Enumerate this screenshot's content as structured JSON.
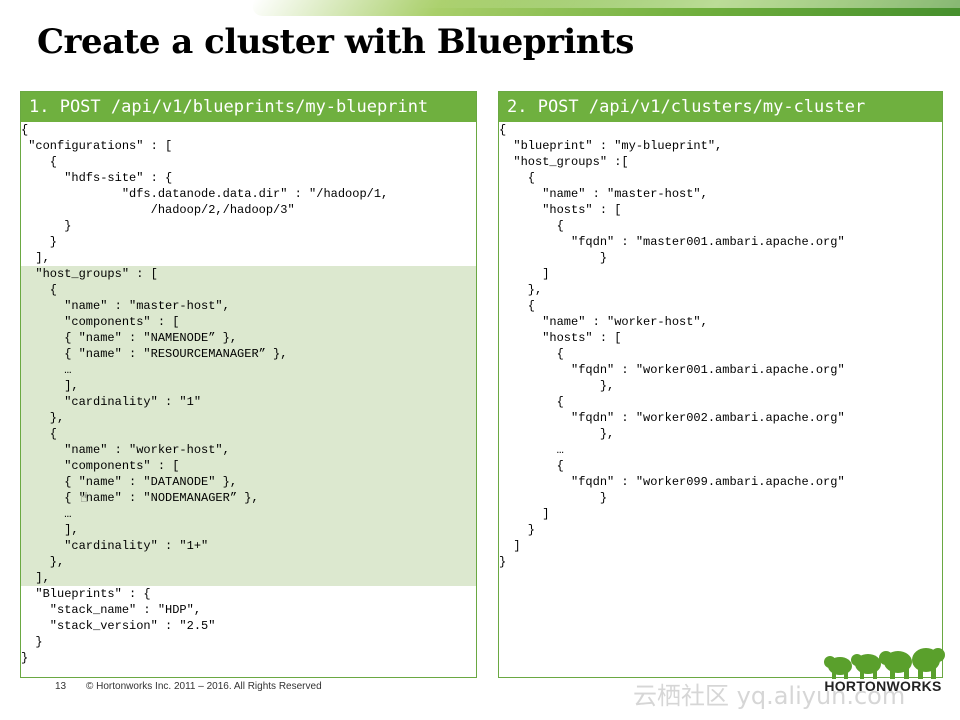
{
  "slide": {
    "title": "Create a cluster with Blueprints",
    "page_number": "13",
    "copyright": "© Hortonworks Inc. 2011 – 2016. All Rights Reserved",
    "logo_text": "HORTONWORKS",
    "watermark": "云栖社区 yq.aliyun.com"
  },
  "left_panel": {
    "header": "1. POST /api/v1/blueprints/my-blueprint",
    "lines": [
      "{",
      " \"configurations\" : [",
      "    {",
      "      \"hdfs-site\" : {",
      "              \"dfs.datanode.data.dir\" : \"/hadoop/1,",
      "                  /hadoop/2,/hadoop/3\"",
      "      }",
      "    }",
      "  ],",
      "  \"host_groups\" : [",
      "    {",
      "      \"name\" : \"master-host\",",
      "      \"components\" : [",
      "      { \"name\" : \"NAMENODE” },",
      "      { \"name\" : \"RESOURCEMANAGER” },",
      "      …",
      "      ],",
      "      \"cardinality\" : \"1\"",
      "    },",
      "    {",
      "      \"name\" : \"worker-host\",",
      "      \"components\" : [",
      "      { \"name\" : \"DATANODE\" },",
      "      { \"name\" : \"NODEMANAGER” },",
      "      …",
      "      ],",
      "      \"cardinality\" : \"1+\"",
      "    },",
      "  ],",
      "  \"Blueprints\" : {",
      "    \"stack_name\" : \"HDP\",",
      "    \"stack_version\" : \"2.5\"",
      "  }",
      "}"
    ]
  },
  "right_panel": {
    "header": "2. POST /api/v1/clusters/my-cluster",
    "lines": [
      "{",
      "  \"blueprint\" : \"my-blueprint\",",
      "  \"host_groups\" :[",
      "    {",
      "      \"name\" : \"master-host\",",
      "      \"hosts\" : [",
      "        {",
      "          \"fqdn\" : \"master001.ambari.apache.org\"",
      "              }",
      "      ]",
      "    },",
      "    {",
      "      \"name\" : \"worker-host\",",
      "      \"hosts\" : [",
      "        {",
      "          \"fqdn\" : \"worker001.ambari.apache.org\"",
      "              },",
      "        {",
      "          \"fqdn\" : \"worker002.ambari.apache.org\"",
      "              },",
      "        …",
      "        {",
      "          \"fqdn\" : \"worker099.ambari.apache.org\"",
      "              }",
      "      ]",
      "    }",
      "  ]",
      "}"
    ]
  },
  "colors": {
    "accent_green": "#6fb03f",
    "highlight_green": "#dce8cf"
  }
}
